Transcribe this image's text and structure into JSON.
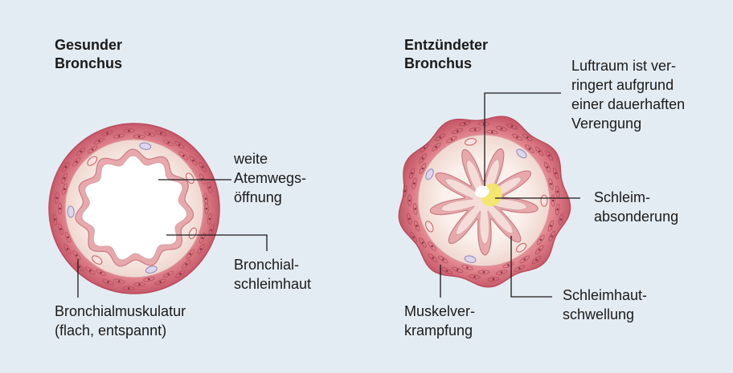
{
  "healthy": {
    "title_line1": "Gesunder",
    "title_line2": "Bronchus",
    "label_airway": [
      "weite",
      "Atemwegs-",
      "öffnung"
    ],
    "label_mucosa": [
      "Bronchial-",
      "schleimhaut"
    ],
    "label_muscle": [
      "Bronchialmuskulatur",
      "(flach, entspannt)"
    ]
  },
  "inflamed": {
    "title_line1": "Entzündeter",
    "title_line2": "Bronchus",
    "label_airspace": [
      "Luftraum ist ver-",
      "ringert aufgrund",
      "einer dauerhaften",
      "Verengung"
    ],
    "label_mucus": [
      "Schleim-",
      "absonderung"
    ],
    "label_swelling": [
      "Schleimhaut-",
      "schwellung"
    ],
    "label_spasm": [
      "Muskelver-",
      "krampfung"
    ]
  },
  "colors": {
    "background": "#e4ecf3",
    "muscle": "#d9707c",
    "muscle_dark": "#b94b5c",
    "submucosa": "#f6e6df",
    "mucosa": "#e8a9ad",
    "mucus": "#f3e66a",
    "leader": "#1a1a1a"
  }
}
